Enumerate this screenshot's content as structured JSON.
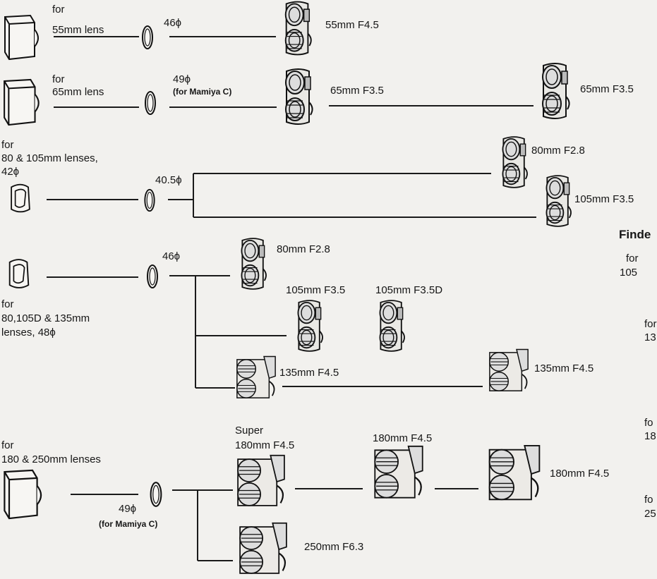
{
  "section_title": "Finde",
  "hoods": {
    "h55": [
      "for",
      "55mm lens"
    ],
    "h65": [
      "for",
      "65mm lens"
    ],
    "h80": [
      "for",
      "80 & 105mm lenses,",
      "42ϕ"
    ],
    "h80b": [
      "for",
      "80,105D & 135mm",
      "lenses, 48ϕ"
    ],
    "h180": [
      "for",
      "180 & 250mm lenses"
    ]
  },
  "filters": {
    "f46a": "46ϕ",
    "f49a": "49ϕ",
    "f49a_note": "(for Mamiya C)",
    "f40": "40.5ϕ",
    "f46b": "46ϕ",
    "f49b": "49ϕ",
    "f49b_note": "(for Mamiya C)"
  },
  "lenses": {
    "l55": "55mm F4.5",
    "l65a": "65mm F3.5",
    "l65b": "65mm F3.5",
    "l80a": "80mm F2.8",
    "l105a": "105mm F3.5",
    "l80b": "80mm F2.8",
    "l105b": "105mm F3.5",
    "l105d": "105mm F3.5D",
    "l135a": "135mm F4.5",
    "l135b": "135mm F4.5",
    "l180s": [
      "Super",
      "180mm F4.5"
    ],
    "l180b": "180mm F4.5",
    "l180c": "180mm F4.5",
    "l250": "250mm F6.3"
  },
  "finder_labels": {
    "f1": [
      "for",
      "105"
    ],
    "f2": [
      "for",
      "13"
    ],
    "f3": [
      "fo",
      "18"
    ],
    "f4": [
      "fo",
      "25"
    ]
  }
}
